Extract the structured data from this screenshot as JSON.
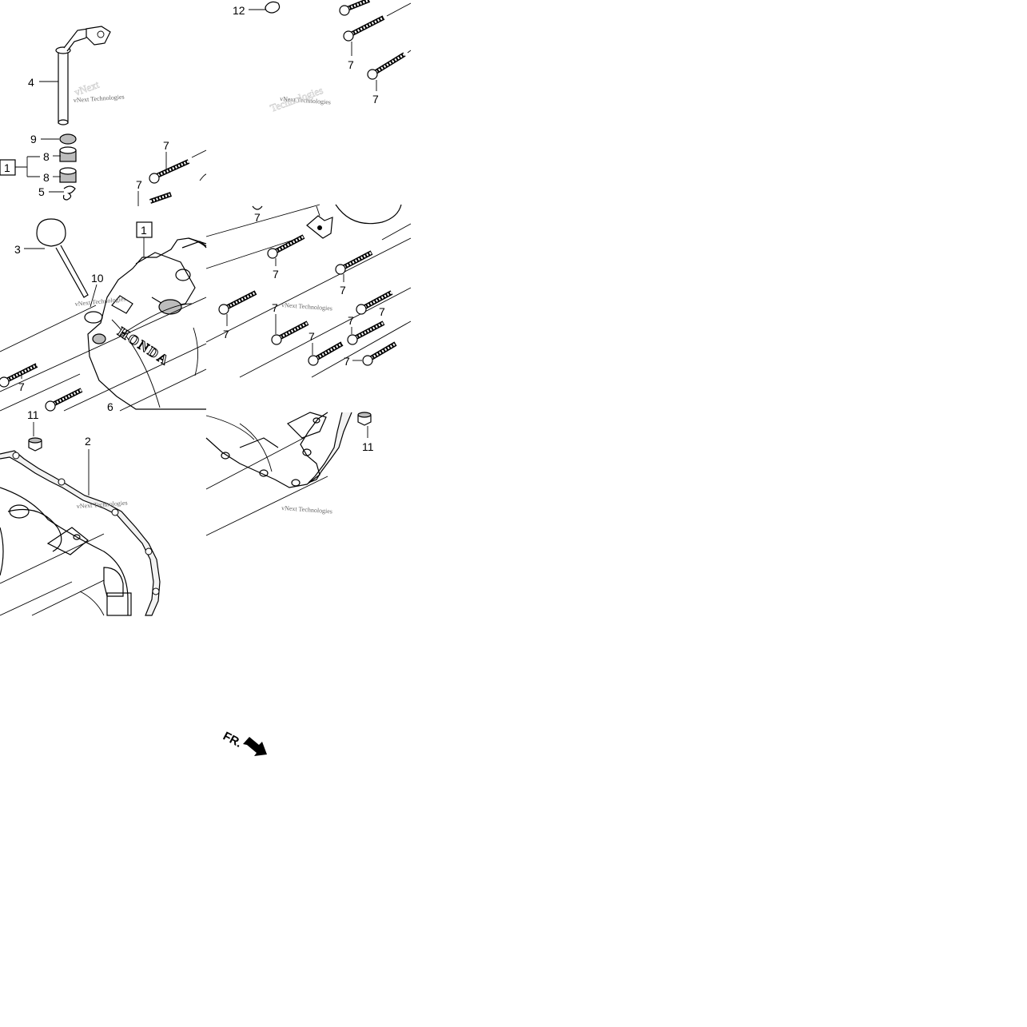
{
  "diagram": {
    "callouts": {
      "c12": "12",
      "c4": "4",
      "c9": "9",
      "c8a": "8",
      "c8b": "8",
      "c5": "5",
      "group_box_top": "1",
      "group_box_mid": "1",
      "c3": "3",
      "c10": "10",
      "c6": "6",
      "c11a": "11",
      "c11b": "11",
      "c2": "2",
      "c7": "7"
    },
    "cover_logo": "HONDA",
    "watermark": "vNext Technologies",
    "direction_label": "FR."
  }
}
